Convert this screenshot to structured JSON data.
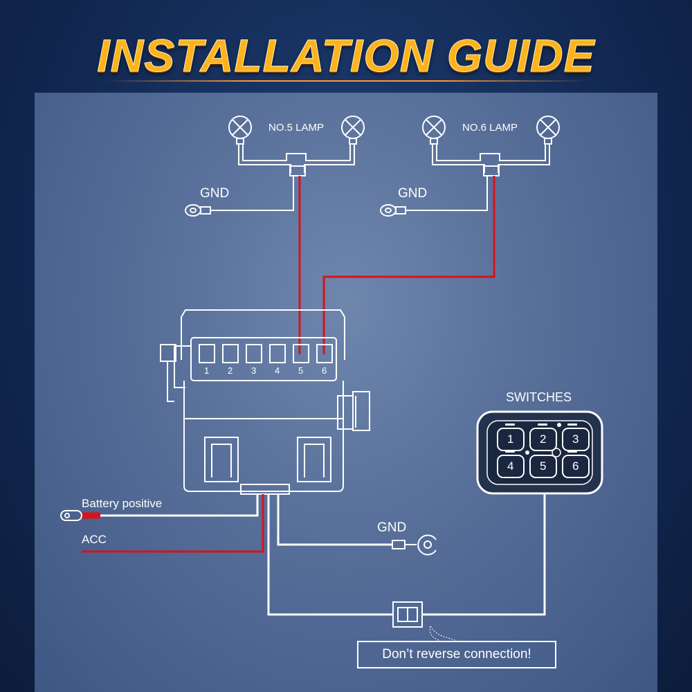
{
  "title": "INSTALLATION GUIDE",
  "lamp_groups": [
    {
      "label": "NO.5 LAMP",
      "ground_label": "GND"
    },
    {
      "label": "NO.6 LAMP",
      "ground_label": "GND"
    }
  ],
  "relay_box": {
    "terminals": [
      "1",
      "2",
      "3",
      "4",
      "5",
      "6"
    ]
  },
  "switch_panel": {
    "label": "SWITCHES",
    "buttons": [
      "1",
      "2",
      "3",
      "4",
      "5",
      "6"
    ]
  },
  "power": {
    "battery_label": "Battery positive",
    "acc_label": "ACC",
    "ground_label": "GND"
  },
  "warning": "Don’t reverse connection!",
  "colors": {
    "title": "#ffb21a",
    "wire_white": "#ffffff",
    "wire_red": "#d8121b",
    "panel_bg": "#566e98"
  }
}
